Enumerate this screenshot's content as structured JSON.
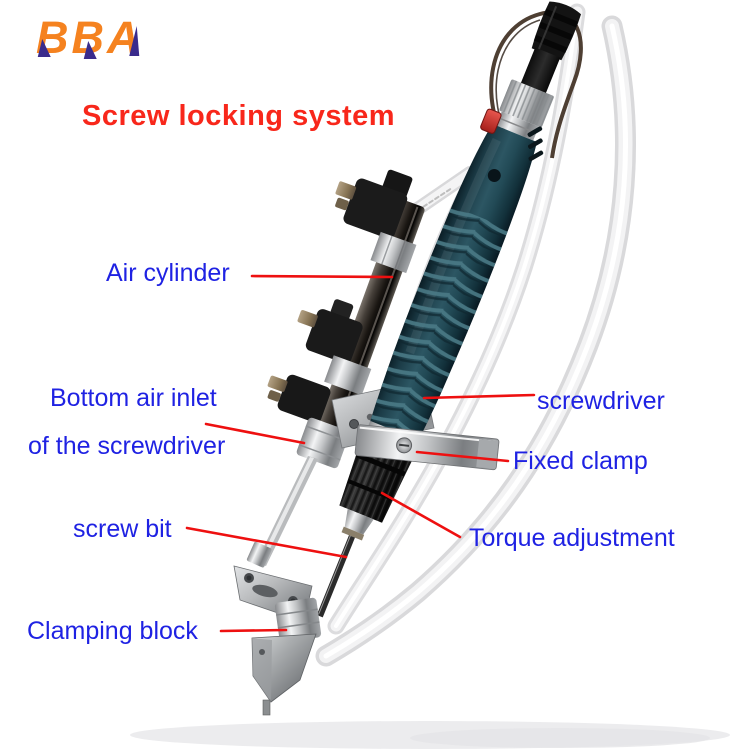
{
  "logo": {
    "text": "BBA",
    "orange": "#f5821f",
    "purple": "#3a2b8c"
  },
  "title": {
    "text": "Screw locking system",
    "color": "#f8271b"
  },
  "annotations": {
    "air_cylinder": {
      "label": "Air cylinder"
    },
    "bottom_air_inlet": {
      "label_line1": "Bottom air inlet",
      "label_line2": "of the screwdriver"
    },
    "screw_bit": {
      "label": "screw bit"
    },
    "clamping_block": {
      "label": "Clamping block"
    },
    "screwdriver": {
      "label": "screwdriver"
    },
    "fixed_clamp": {
      "label": "Fixed clamp"
    },
    "torque_adjustment": {
      "label": "Torque adjustment"
    }
  },
  "style": {
    "label_color": "#1f22e3",
    "leader_line_color": "#ee1010",
    "background": "#ffffff",
    "handle_color": "#234854",
    "metal_color": "#c3c5c7",
    "button_color": "#c7291f"
  }
}
